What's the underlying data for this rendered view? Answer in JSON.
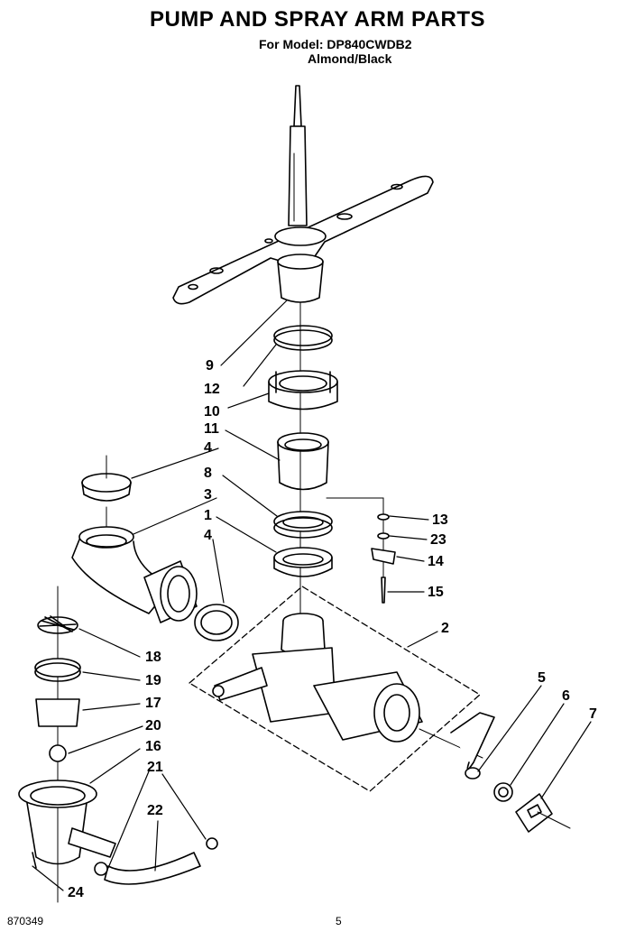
{
  "header": {
    "title": "PUMP AND SPRAY ARM PARTS",
    "model_line": "For Model: DP840CWDB2",
    "color_line": "Almond/Black"
  },
  "footer": {
    "doc_number": "870349",
    "page_number": "5"
  },
  "callouts": [
    "9",
    "12",
    "10",
    "11",
    "4",
    "8",
    "3",
    "1",
    "4",
    "13",
    "23",
    "14",
    "15",
    "2",
    "5",
    "6",
    "7",
    "18",
    "19",
    "17",
    "20",
    "16",
    "21",
    "22",
    "24"
  ]
}
